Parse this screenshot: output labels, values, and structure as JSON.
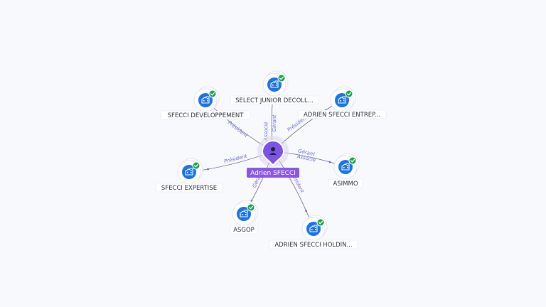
{
  "person": {
    "name": "Adrien SFECCI",
    "icon": "user-icon"
  },
  "companies": [
    {
      "key": "select",
      "label": "SELECT JUNIOR DECOLL...",
      "icon": "building-icon",
      "verified": true
    },
    {
      "key": "dev",
      "label": "SFECCI DEVELOPPEMENT",
      "icon": "building-icon",
      "verified": true
    },
    {
      "key": "entrep",
      "label": "ADRIEN SFECCI ENTREP...",
      "icon": "building-icon",
      "verified": true
    },
    {
      "key": "asimmo",
      "label": "ASIMMO",
      "icon": "building-icon",
      "verified": true
    },
    {
      "key": "expertise",
      "label": "SFECCI EXPERTISE",
      "icon": "building-icon",
      "verified": true
    },
    {
      "key": "asgop",
      "label": "ASGOP",
      "icon": "building-icon",
      "verified": true
    },
    {
      "key": "holding",
      "label": "ADRIEN SFECCI HOLDIN...",
      "icon": "building-icon",
      "verified": true
    }
  ],
  "relations": [
    {
      "to": "select",
      "roles": [
        "Gérant",
        "Associé"
      ]
    },
    {
      "to": "dev",
      "roles": [
        "Président"
      ]
    },
    {
      "to": "entrep",
      "roles": [
        "Président"
      ]
    },
    {
      "to": "asimmo",
      "roles": [
        "Gérant",
        "Associé"
      ]
    },
    {
      "to": "expertise",
      "roles": [
        "Président"
      ]
    },
    {
      "to": "asgop",
      "roles": [
        "Gérant"
      ]
    },
    {
      "to": "holding",
      "roles": [
        "Président"
      ]
    }
  ],
  "colors": {
    "company": "#1a73e8",
    "person": "#7b53e6",
    "verified": "#16a34a",
    "role_label": "#6b6bd8"
  }
}
